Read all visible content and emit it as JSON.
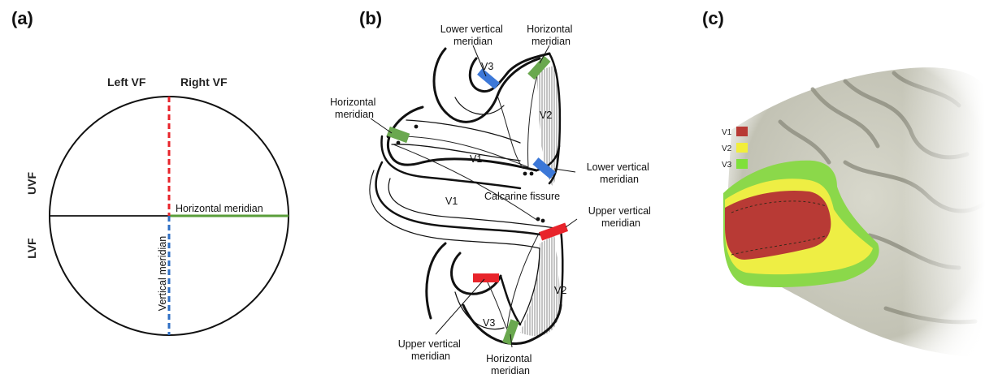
{
  "panels": {
    "a": {
      "letter": "(a)",
      "left_vf": "Left VF",
      "right_vf": "Right VF",
      "uvf": "UVF",
      "lvf": "LVF",
      "horizontal_meridian": "Horizontal meridian",
      "vertical_meridian": "Vertical meridian"
    },
    "b": {
      "letter": "(b)",
      "lower_vertical_top": [
        "Lower vertical",
        "meridian"
      ],
      "horizontal_top": [
        "Horizontal",
        "meridian"
      ],
      "horizontal_left": [
        "Horizontal",
        "meridian"
      ],
      "lower_vertical_right": [
        "Lower vertical",
        "meridian"
      ],
      "upper_vertical_right": [
        "Upper vertical",
        "meridian"
      ],
      "upper_vertical_bottom": [
        "Upper vertical",
        "meridian"
      ],
      "horizontal_bottom": [
        "Horizontal",
        "meridian"
      ],
      "calcarine": "Calcarine fissure",
      "v1_upper": "V1",
      "v1_lower": "V1",
      "v2_upper": "V2",
      "v2_lower": "V2",
      "v3_upper": "V3",
      "v3_lower": "V3"
    },
    "c": {
      "letter": "(c)",
      "legend": [
        {
          "label": "V1",
          "color": "#b83a35"
        },
        {
          "label": "V2",
          "color": "#f2ee3a"
        },
        {
          "label": "V3",
          "color": "#7fe03a"
        }
      ]
    }
  },
  "colors": {
    "red_meridian": "#e8242b",
    "blue_meridian": "#2f6fc4",
    "green_meridian": "#6aa84f"
  }
}
